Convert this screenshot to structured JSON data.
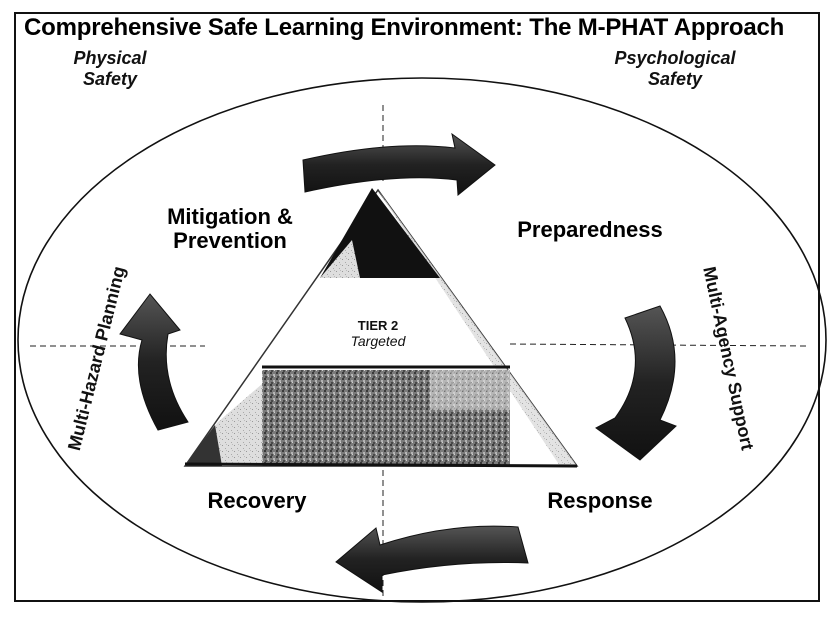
{
  "title": "Comprehensive Safe Learning Environment: The M-PHAT Approach",
  "corners": {
    "left": "Physical Safety",
    "right": "Psychological Safety"
  },
  "phases": {
    "mitigation": "Mitigation & Prevention",
    "preparedness": "Preparedness",
    "response": "Response",
    "recovery": "Recovery"
  },
  "sides": {
    "left": "Multi-Hazard Planning",
    "right": "Multi-Agency Support"
  },
  "tiers": {
    "tier2_title": "TIER 2",
    "tier2_sub": "Targeted"
  }
}
